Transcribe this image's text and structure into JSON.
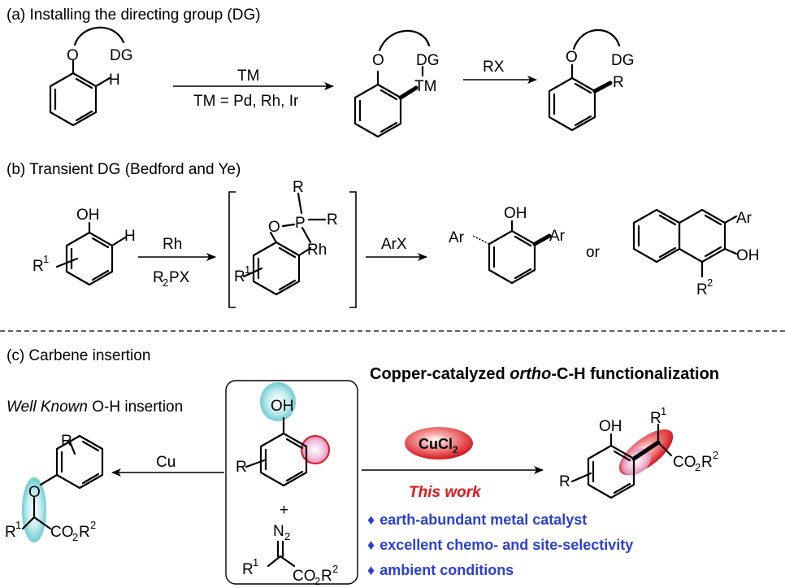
{
  "sections": {
    "a": "(a) Installing the directing group (DG)",
    "b": "(b) Transient DG (Bedford and Ye)",
    "c": "(c) Carbene insertion"
  },
  "labels": {
    "O": "O",
    "DG": "DG",
    "H": "H",
    "TM": "TM",
    "tm_condition": "TM = Pd, Rh, Ir",
    "RX": "RX",
    "R": "R",
    "OH": "OH",
    "Rh": "Rh",
    "R2PX": "R",
    "R2PX_sub": "2",
    "R2PX_tail": "PX",
    "P": "P",
    "ArX": "ArX",
    "Ar": "Ar",
    "or": "or",
    "R1": "R",
    "sup1": "1",
    "sup2": "2",
    "Cu": "Cu",
    "N2": "N",
    "N2_sub": "2",
    "CO2R2": "CO",
    "CO2R2_sub": "2",
    "CO2R2_tail": "R",
    "plus": "+",
    "CuCl2": "CuCl",
    "CuCl2_sub": "2"
  },
  "panel_c": {
    "well_known_italic": "Well Known",
    "well_known_tail": " O-H insertion",
    "title_prefix": "Copper-catalyzed ",
    "title_italic": "ortho",
    "title_suffix": "-C-H functionalization",
    "this_work": "This work",
    "bullet": "♦",
    "bullets": [
      "earth-abundant metal catalyst",
      "excellent chemo- and site-selectivity",
      "ambient conditions"
    ]
  },
  "colors": {
    "highlight_cyan": "#7fd3d8",
    "highlight_pink": "#e8a0c8",
    "highlight_red": "#e3161c",
    "bullet_blue": "#2a3fd8",
    "this_work_red": "#e3161c"
  }
}
